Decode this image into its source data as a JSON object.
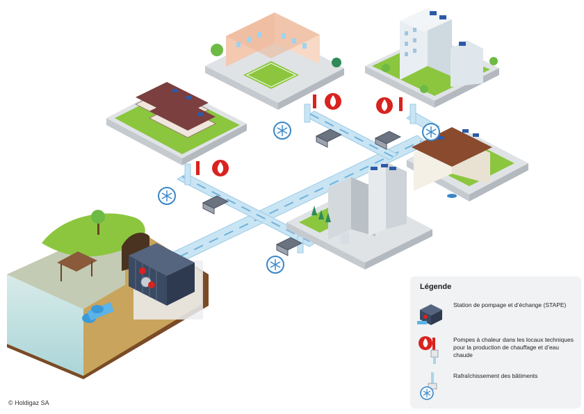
{
  "legend": {
    "title": "Légende",
    "items": [
      {
        "icon": "pumping-station-icon",
        "label": "Station de pompage et d’échange (STAPE)"
      },
      {
        "icon": "heat-pump-flame-icon",
        "label": "Pompes à chaleur dans les locaux techniques pour la production de chauffage et d’eau chaude"
      },
      {
        "icon": "cooling-snowflake-icon",
        "label": "Rafraîchissement des bâtiments"
      }
    ]
  },
  "copyright": "© Holdigaz SA",
  "colors": {
    "lake": "#bfe6ee",
    "grass": "#8cc63f",
    "platform": "#dfe3e6",
    "pipe": "#a9d4ec",
    "station": "#3a4a63",
    "flame_badge": "#d8231f",
    "snow_badge": "#3b86c6",
    "earth": "#c8a45c"
  }
}
